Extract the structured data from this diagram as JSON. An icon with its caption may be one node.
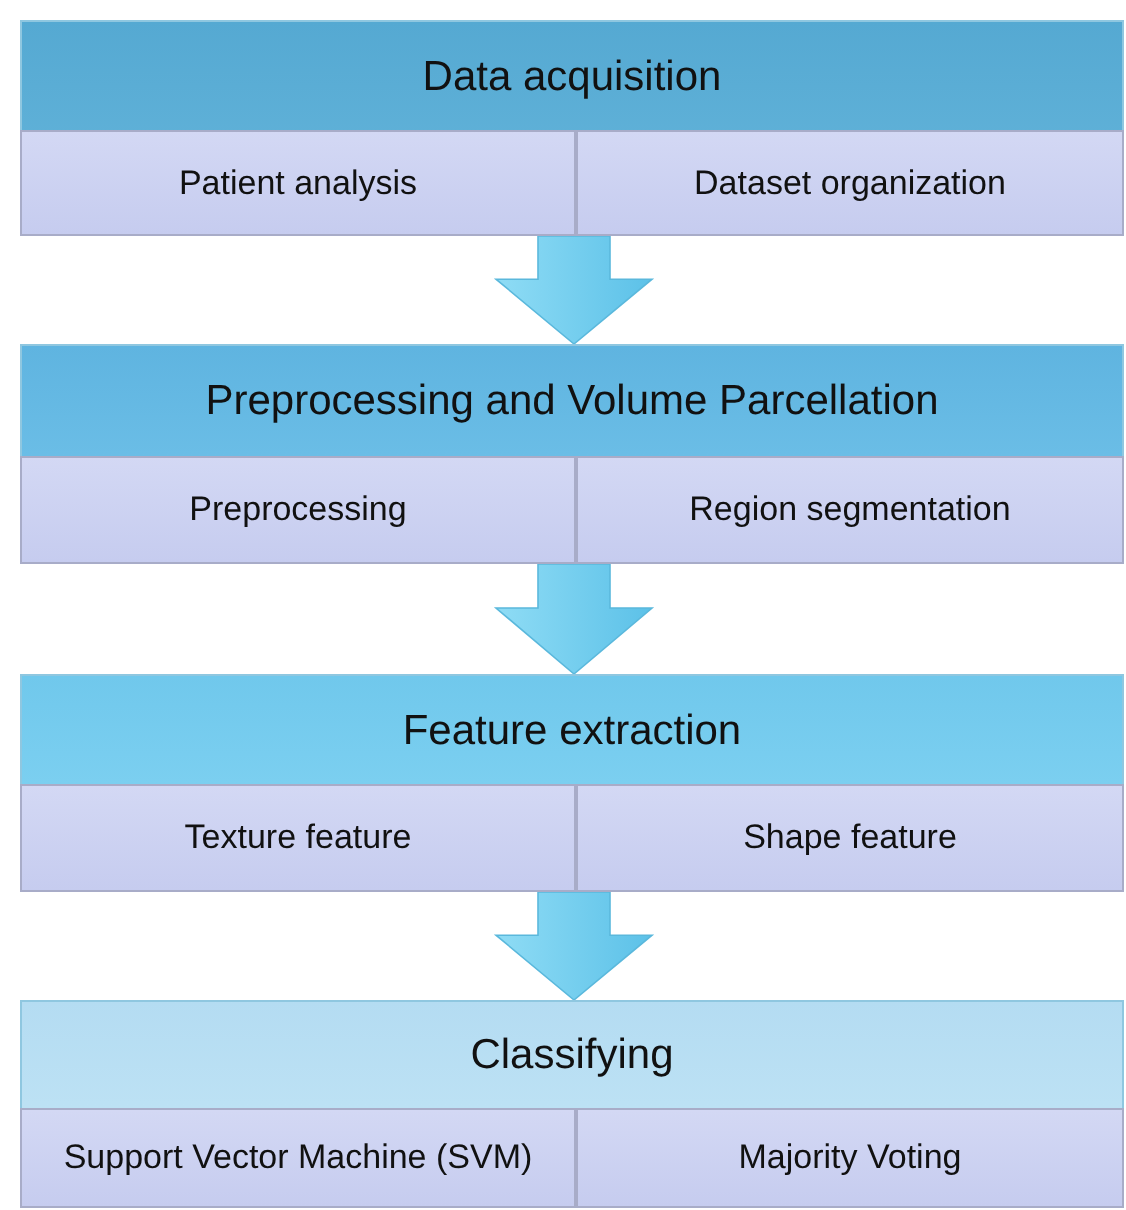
{
  "diagram": {
    "nodes": [
      {
        "text": [
          "Data acquisition"
        ]
      },
      {
        "text": [
          "Patient analysis"
        ],
        "in": 0
      },
      {
        "text": [
          "Dataset organization"
        ],
        "in": 0
      },
      {
        "text": [
          "Preprocessing and Volume Parcellation"
        ]
      },
      {
        "text": [
          "Preprocessing"
        ],
        "in": 3
      },
      {
        "text": [
          "Region segmentation"
        ],
        "in": 3
      },
      {
        "text": [
          "Feature extraction"
        ]
      },
      {
        "text": [
          "Texture feature"
        ],
        "in": 6
      },
      {
        "text": [
          "Shape feature"
        ],
        "in": 6
      },
      {
        "text": [
          "Classifying"
        ]
      },
      {
        "text": [
          "Support Vector Machine (SVM)"
        ],
        "in": 9
      },
      {
        "text": [
          "Majority Voting"
        ],
        "in": 9
      }
    ],
    "edges": [
      {
        "from": 0,
        "to": 3,
        "arrow": "to",
        "style": "thick"
      },
      {
        "from": 3,
        "to": 6,
        "arrow": "to",
        "style": "thick"
      },
      {
        "from": 6,
        "to": 9,
        "arrow": "to",
        "style": "thick"
      }
    ]
  }
}
